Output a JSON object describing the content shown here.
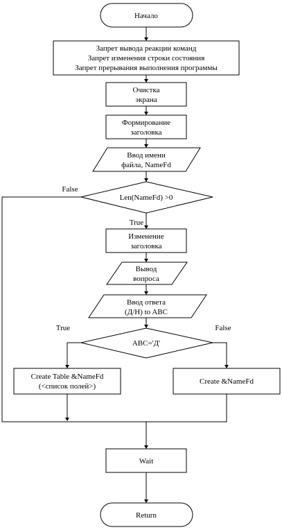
{
  "flowchart": {
    "start": "Начало",
    "prohibit": [
      "Запрет вывода реакции команд",
      "Запрет изменения строки состояния",
      "Запрет прерывания выполнения программы"
    ],
    "clear": [
      "Очистка",
      "экрана"
    ],
    "make_title": [
      "Формирование",
      "заголовка"
    ],
    "input_name": [
      "Ввод имени",
      "файла, NameFd"
    ],
    "cond_len": "Len(NameFd) >0",
    "change_title": [
      "Изменение",
      "заголовка"
    ],
    "output_question": [
      "Вывод",
      "вопроса"
    ],
    "input_answer": [
      "Ввод ответа",
      "(Д/Н) to ABC"
    ],
    "cond_abc": "ABC='Д'",
    "create_table": [
      "Create Table &NameFd",
      "(<список полей>)"
    ],
    "create": "Create &NameFd",
    "wait": "Wait",
    "end": "Return",
    "branch_true": "True",
    "branch_false": "False"
  }
}
